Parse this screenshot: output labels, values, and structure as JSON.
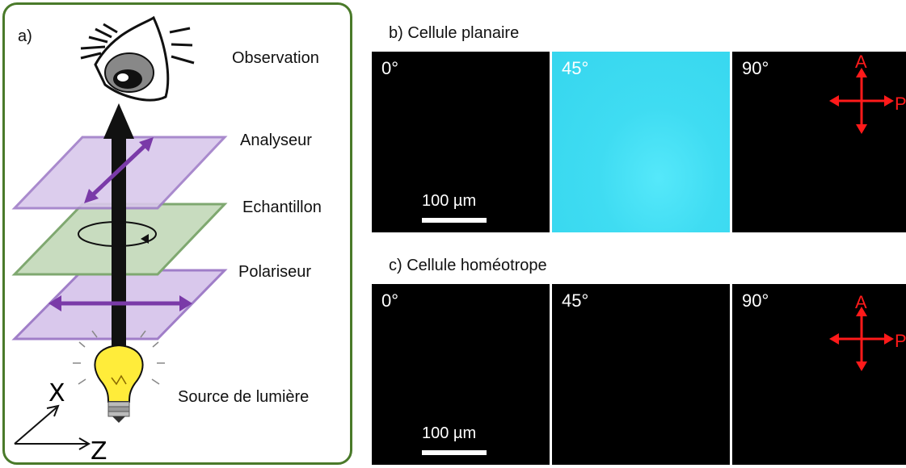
{
  "panel_a": {
    "letter": "a)",
    "labels": {
      "observation": "Observation",
      "analyser": "Analyseur",
      "sample": "Echantillon",
      "polariser": "Polariseur",
      "source": "Source de lumière"
    },
    "axes": {
      "x": "X",
      "z": "Z"
    }
  },
  "panel_b": {
    "title": "b) Cellule planaire",
    "images": [
      {
        "angle": "0°",
        "color": "#000000"
      },
      {
        "angle": "45°",
        "color": "#3fe0f4"
      },
      {
        "angle": "90°",
        "color": "#000000"
      }
    ],
    "scale": "100 µm",
    "arrows": {
      "a": "A",
      "p": "P"
    }
  },
  "panel_c": {
    "title": "c) Cellule homéotrope",
    "images": [
      {
        "angle": "0°",
        "color": "#000000"
      },
      {
        "angle": "45°",
        "color": "#000000"
      },
      {
        "angle": "90°",
        "color": "#000000"
      }
    ],
    "scale": "100 µm",
    "arrows": {
      "a": "A",
      "p": "P"
    }
  },
  "colors": {
    "frame": "#4a7a2a",
    "polariser": "#7a3aa8",
    "sample": "#6c9a5a",
    "arrow": "#ff1a1a"
  }
}
